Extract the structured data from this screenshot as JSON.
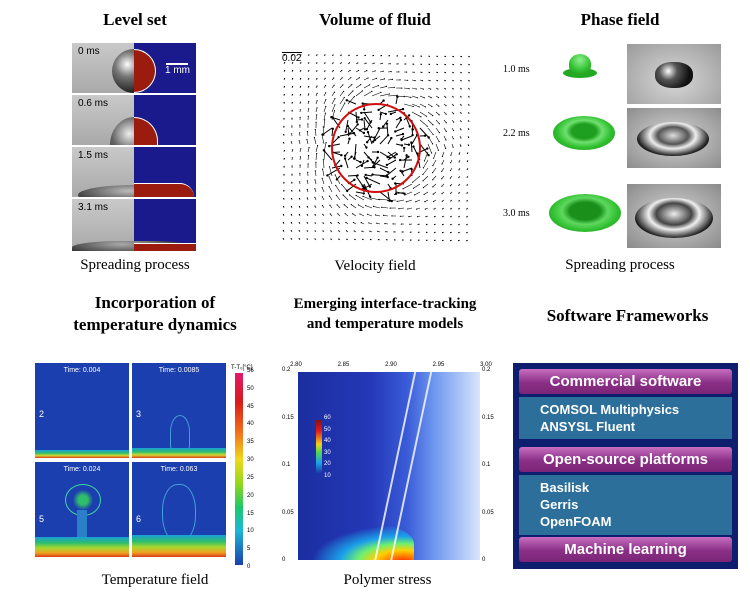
{
  "titles": {
    "level_set": "Level set",
    "vof": "Volume of fluid",
    "phase_field": "Phase field",
    "temp_line1": "Incorporation of",
    "temp_line2": "temperature dynamics",
    "emerging_line1": "Emerging interface-tracking",
    "emerging_line2": "and temperature models",
    "software": "Software Frameworks"
  },
  "captions": {
    "level_set": "Spreading process",
    "vof": "Velocity field",
    "phase_field": "Spreading process",
    "temperature": "Temperature field",
    "polymer": "Polymer stress"
  },
  "level_set": {
    "frames": [
      "0 ms",
      "0.6 ms",
      "1.5 ms",
      "3.1 ms"
    ],
    "scale": "1 mm"
  },
  "vof": {
    "scale": "0.02"
  },
  "phase_field": {
    "times": [
      "1.0 ms",
      "2.2 ms",
      "3.0 ms"
    ]
  },
  "temperature": {
    "times": [
      "Time: 0.004",
      "Time: 0.0085",
      "Time: 0.024",
      "Time: 0.063"
    ],
    "panel_numbers": [
      "2",
      "3",
      "5",
      "6"
    ],
    "colorbar_title": "T-T₀[°C]",
    "colorbar_ticks": [
      "56",
      "50",
      "45",
      "40",
      "35",
      "30",
      "25",
      "20",
      "15",
      "10",
      "5",
      "0"
    ]
  },
  "polymer": {
    "x_ticks": [
      "2.80",
      "2.85",
      "2.90",
      "2.95",
      "3.00"
    ],
    "y_ticks_left": [
      "0.2",
      "0.15",
      "0.1",
      "0.05",
      "0"
    ],
    "y_ticks_right": [
      "0.2",
      "0.15",
      "0.1",
      "0.05",
      "0"
    ],
    "legend_ticks": [
      "60",
      "50",
      "40",
      "30",
      "20",
      "10"
    ]
  },
  "software": {
    "commercial_header": "Commercial software",
    "commercial_items": [
      "COMSOL Multiphysics",
      "ANSYSL Fluent"
    ],
    "open_header": "Open-source platforms",
    "open_items": [
      "Basilisk",
      "Gerris",
      "OpenFOAM"
    ],
    "ml_header": "Machine learning"
  },
  "colors": {
    "level_set_blue": "#1a1a8c",
    "level_set_red": "#9b1b0e",
    "vof_circle": "#d01010",
    "phase_green": "#2fbf2f",
    "temperature_blue": "#1b3fae",
    "software_bg": "#0d1e6e",
    "software_header": "#8a2f86",
    "software_body": "#2b6f9a"
  }
}
